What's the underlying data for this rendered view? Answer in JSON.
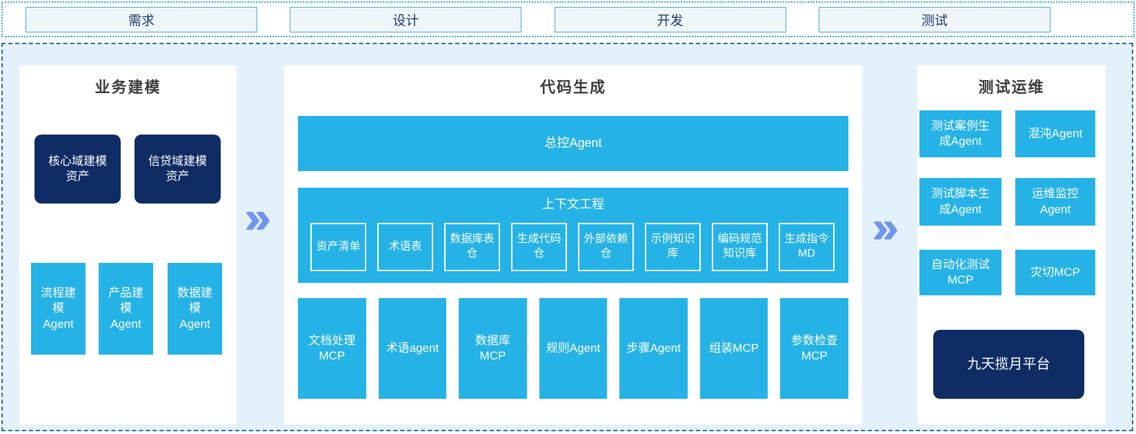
{
  "phases": [
    {
      "label": "需求"
    },
    {
      "label": "设计"
    },
    {
      "label": "开发"
    },
    {
      "label": "测试"
    }
  ],
  "panels": {
    "business_modeling": {
      "title": "业务建模",
      "asset_boxes": [
        "核心域建模资产",
        "信贷域建模资产"
      ],
      "agent_boxes": [
        "流程建模Agent",
        "产品建模Agent",
        "数据建模Agent"
      ]
    },
    "code_generation": {
      "title": "代码生成",
      "master_agent": "总控Agent",
      "context_engineering": {
        "title": "上下文工程",
        "items": [
          "资产清单",
          "术语表",
          "数据库表仓",
          "生成代码仓",
          "外部依赖仓",
          "示例知识库",
          "编码规范知识库",
          "生成指令MD"
        ]
      },
      "tools": [
        "文档处理MCP",
        "术语agent",
        "数据库MCP",
        "规则Agent",
        "步骤Agent",
        "组装MCP",
        "参数检查MCP"
      ]
    },
    "test_ops": {
      "title": "测试运维",
      "boxes": [
        "测试案例生成Agent",
        "混沌Agent",
        "测试脚本生成Agent",
        "运维监控Agent",
        "自动化测试MCP",
        "灾切MCP"
      ],
      "platform": "九天揽月平台"
    }
  },
  "colors": {
    "accent_cyan": "#24b2e7",
    "dark_navy": "#0f2d64",
    "chevron_blue": "#7096eb",
    "canvas_bg": "#e3f1fb",
    "phase_box_bg": "#eef6fa",
    "phase_box_border": "#45a7c9",
    "outer_dotted_border": "#2fa9cf",
    "main_dashed_border": "#2d6c8e",
    "title_text": "#3b3b3b",
    "phase_text": "#1d3a66"
  }
}
